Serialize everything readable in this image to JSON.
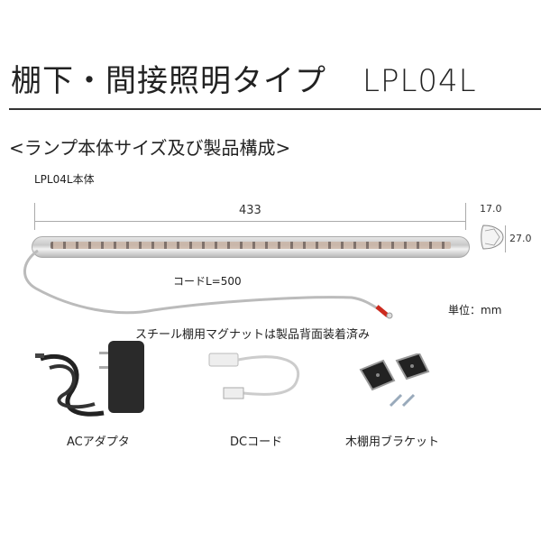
{
  "header": {
    "title": "棚下・間接照明タイプ",
    "model": "LPL04L"
  },
  "section": {
    "heading": "<ランプ本体サイズ及び製品構成>"
  },
  "lamp": {
    "label": "LPL04L本体",
    "length_mm": "433",
    "section_width_mm": "17.0",
    "section_height_mm": "27.0",
    "cord_label": "コードL=500",
    "unit_label": "単位：mm",
    "magnet_note": "スチール棚用マグナットは製品背面装着済み"
  },
  "accessories": [
    {
      "label": "ACアダプタ",
      "icon": "ac-adapter-icon"
    },
    {
      "label": "DCコード",
      "icon": "dc-cord-icon"
    },
    {
      "label": "木棚用ブラケット",
      "icon": "bracket-icon"
    }
  ],
  "colors": {
    "text": "#222222",
    "rule": "#333333",
    "connector_red": "#cc2a1e"
  }
}
